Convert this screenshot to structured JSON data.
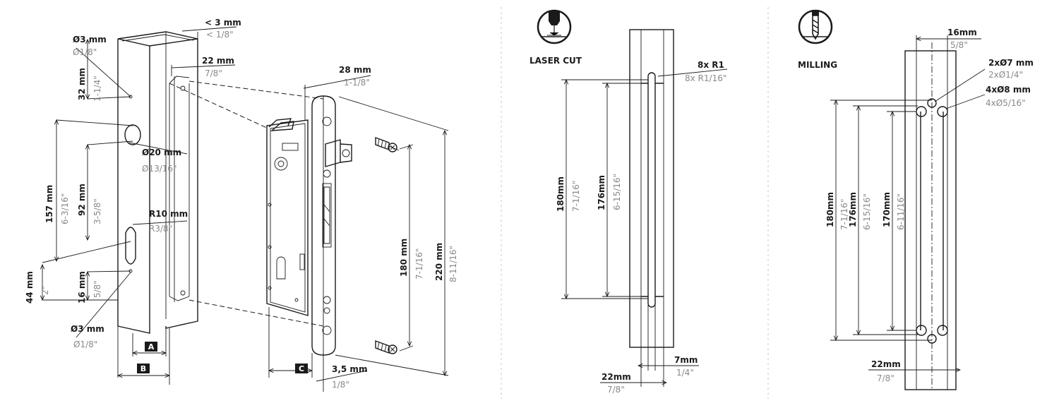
{
  "colors": {
    "line": "#1a1a1a",
    "imperial_text": "#8a8a8a",
    "metric_text": "#1a1a1a",
    "label_box": "#1a1a1a"
  },
  "left": {
    "labels": {
      "wall": {
        "metric": "< 3 mm",
        "imperial": "< 1/8\""
      },
      "w22": {
        "metric": "22 mm",
        "imperial": "7/8\""
      },
      "d3top": {
        "metric": "Ø3 mm",
        "imperial": "Ø1/8\""
      },
      "h32": {
        "metric": "32 mm",
        "imperial": "1-1/4\""
      },
      "d20": {
        "metric": "Ø20 mm",
        "imperial": "Ø13/16\""
      },
      "h157": {
        "metric": "157 mm",
        "imperial": "6-3/16\""
      },
      "h92": {
        "metric": "92 mm",
        "imperial": "3-5/8\""
      },
      "r10": {
        "metric": "R10 mm",
        "imperial": "R3/8\""
      },
      "h44": {
        "metric": "44 mm",
        "imperial": "2\""
      },
      "h16": {
        "metric": "16 mm",
        "imperial": "5/8\""
      },
      "d3bot": {
        "metric": "Ø3 mm",
        "imperial": "Ø1/8\""
      },
      "w28": {
        "metric": "28 mm",
        "imperial": "1-1/8\""
      },
      "h180": {
        "metric": "180 mm",
        "imperial": "7-1/16\""
      },
      "h220": {
        "metric": "220 mm",
        "imperial": "8-11/16\""
      },
      "off35": {
        "metric": "3,5 mm",
        "imperial": "1/8\""
      }
    },
    "boxes": {
      "a": "A",
      "b": "B",
      "c": "C"
    }
  },
  "laser": {
    "title": "LASER CUT",
    "icon": "laser-cut-icon",
    "labels": {
      "r1": {
        "metric": "8x R1",
        "imperial": "8x R1/16\""
      },
      "h180": {
        "metric": "180mm",
        "imperial": "7-1/16\""
      },
      "h176": {
        "metric": "176mm",
        "imperial": "6-15/16\""
      },
      "w7": {
        "metric": "7mm",
        "imperial": "1/4\""
      },
      "w22": {
        "metric": "22mm",
        "imperial": "7/8\""
      }
    }
  },
  "milling": {
    "title": "MILLING",
    "icon": "milling-drill-icon",
    "labels": {
      "w16": {
        "metric": "16mm",
        "imperial": "5/8\""
      },
      "d7": {
        "metric": "2xØ7 mm",
        "imperial": "2xØ1/4\""
      },
      "d8": {
        "metric": "4xØ8 mm",
        "imperial": "4xØ5/16\""
      },
      "h180": {
        "metric": "180mm",
        "imperial": "7-1/16\""
      },
      "h176": {
        "metric": "176mm",
        "imperial": "6-15/16\""
      },
      "h170": {
        "metric": "170mm",
        "imperial": "6-11/16\""
      },
      "w22": {
        "metric": "22mm",
        "imperial": "7/8\""
      }
    }
  }
}
